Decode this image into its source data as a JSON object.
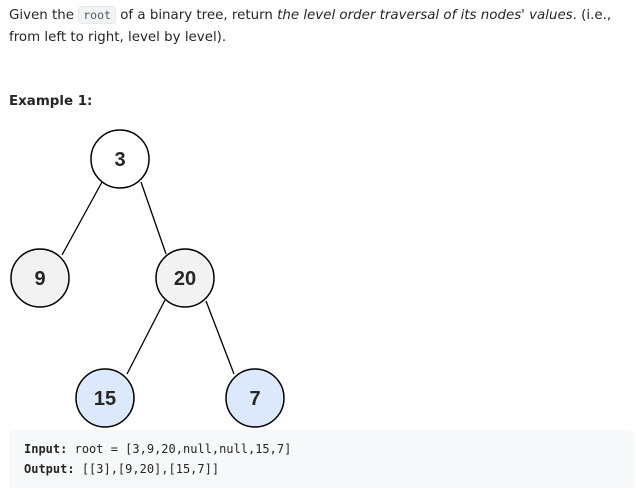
{
  "description": {
    "part1": "Given the ",
    "code_root": "root",
    "part2": " of a binary tree, return ",
    "emphasis": "the level order traversal of its nodes' values",
    "part3": ". (i.e., from left to right, level by level)."
  },
  "example": {
    "heading": "Example 1:",
    "input_label": "Input:",
    "input_value": "root = [3,9,20,null,null,15,7]",
    "output_label": "Output:",
    "output_value": "[[3],[9,20],[15,7]]"
  },
  "tree": {
    "nodes": [
      {
        "id": "3",
        "label": "3",
        "fill": "#ffffff"
      },
      {
        "id": "9",
        "label": "9",
        "fill": "#f2f2f2"
      },
      {
        "id": "20",
        "label": "20",
        "fill": "#f2f2f2"
      },
      {
        "id": "15",
        "label": "15",
        "fill": "#dce8fb"
      },
      {
        "id": "7",
        "label": "7",
        "fill": "#dce8fb"
      }
    ],
    "edges": [
      [
        "3",
        "9"
      ],
      [
        "3",
        "20"
      ],
      [
        "20",
        "15"
      ],
      [
        "20",
        "7"
      ]
    ]
  },
  "colors": {
    "text": "#262626",
    "node_stroke": "#000000",
    "highlight_fill": "#dce8fb",
    "code_bg": "#f7f8fa"
  }
}
